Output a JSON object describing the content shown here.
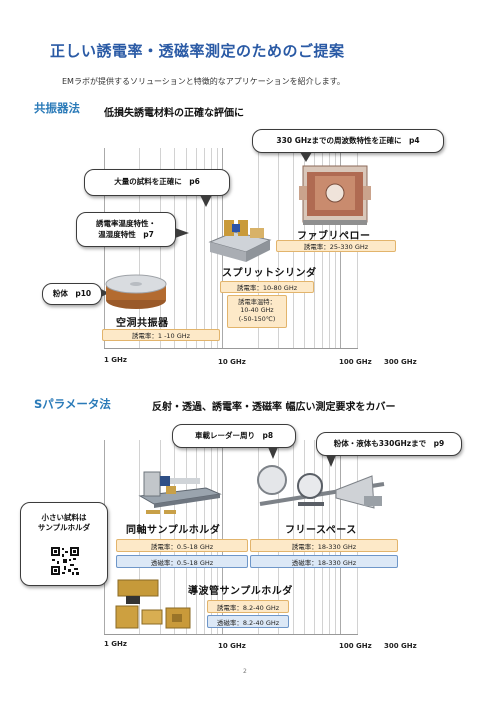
{
  "header": {
    "title": "正しい誘電率・透磁率測定のためのご提案",
    "subtitle": "EMラボが提供するソリューションと特徴的なアプリケーションを紹介します。"
  },
  "resonator_section": {
    "label": "共振器法",
    "description": "低損失誘電材料の正確な評価に",
    "bubbles": {
      "broadband": "330 GHzまでの周波数特性を正確に　p4",
      "bulk": "大量の試料を正確に　p6",
      "temperature": "誘電率温度特性・\n温湿度特性　p7",
      "powder": "粉体　p10"
    },
    "items": {
      "fabry_perot": {
        "name": "ファブリペロー",
        "range": "誘電率：25-330 GHz"
      },
      "split_cylinder": {
        "name": "スプリットシリンダ",
        "range": "誘電率：10-80 GHz",
        "temp_range": "誘電率温特：\n10-40 GHz\n(-50-150℃)"
      },
      "cavity": {
        "name": "空洞共振器",
        "range": "誘電率：1 -10 GHz"
      }
    },
    "axis_ticks": [
      "1 GHz",
      "10 GHz",
      "100 GHz",
      "300 GHz"
    ]
  },
  "sparam_section": {
    "label": "Sパラメータ法",
    "description": "反射・透過、誘電率・透磁率 幅広い測定要求をカバー",
    "bubbles": {
      "radar": "車載レーダー周り　p8",
      "powder_liquid": "粉体・液体も330GHzまで　p9",
      "small_sample": "小さい試料は\nサンプルホルダ"
    },
    "items": {
      "coaxial": {
        "name": "同軸サンプルホルダ",
        "permittivity": "誘電率：0.5-18 GHz",
        "permeability": "透磁率：0.5-18 GHz"
      },
      "free_space": {
        "name": "フリースペース",
        "permittivity": "誘電率：18-330 GHz",
        "permeability": "透磁率：18-330 GHz"
      },
      "waveguide": {
        "name": "導波管サンプルホルダ",
        "permittivity": "誘電率：8.2-40 GHz",
        "permeability": "透磁率：8.2-40 GHz"
      }
    },
    "axis_ticks": [
      "1 GHz",
      "10 GHz",
      "100 GHz",
      "300 GHz"
    ]
  },
  "footer": {
    "page_number": "2"
  },
  "colors": {
    "title_blue": "#2a5aa5",
    "section_blue": "#2a7ab8",
    "orange_badge": "#fde9c8",
    "blue_badge": "#dce8f6"
  }
}
